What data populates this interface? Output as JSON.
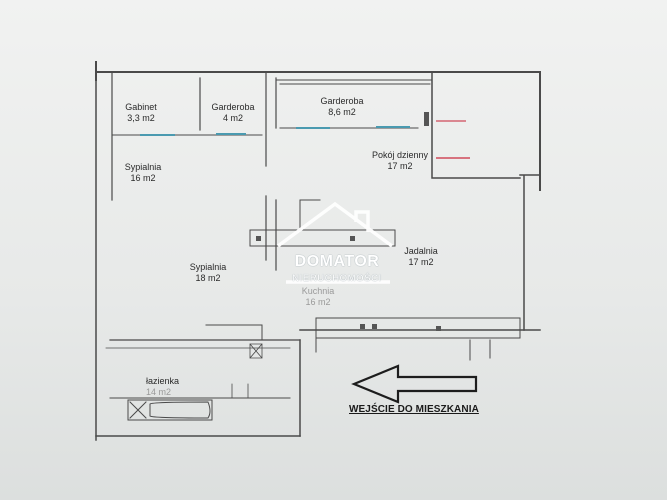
{
  "rooms": [
    {
      "name": "Gabinet",
      "area": "3,3 m2"
    },
    {
      "name": "Garderoba",
      "area": "4 m2"
    },
    {
      "name": "Garderoba",
      "area": "8,6 m2"
    },
    {
      "name": "Sypialnia",
      "area": "16 m2"
    },
    {
      "name": "Pokój dzienny",
      "area": "17 m2"
    },
    {
      "name": "Sypialnia",
      "area": "18 m2"
    },
    {
      "name": "Jadalnia",
      "area": "17 m2"
    },
    {
      "name": "Kuchnia",
      "area": "16 m2"
    },
    {
      "name": "łazienka",
      "area": "14 m2"
    }
  ],
  "entrance_label": "WEJŚCIE DO MIESZKANIA",
  "watermark": {
    "name": "DOMATOR",
    "sub": "NIERUCHOMOŚCI"
  },
  "colors": {
    "wall": "#454545",
    "door_marks": "#4a9ab0",
    "accent_mark": "#d04a5a"
  }
}
